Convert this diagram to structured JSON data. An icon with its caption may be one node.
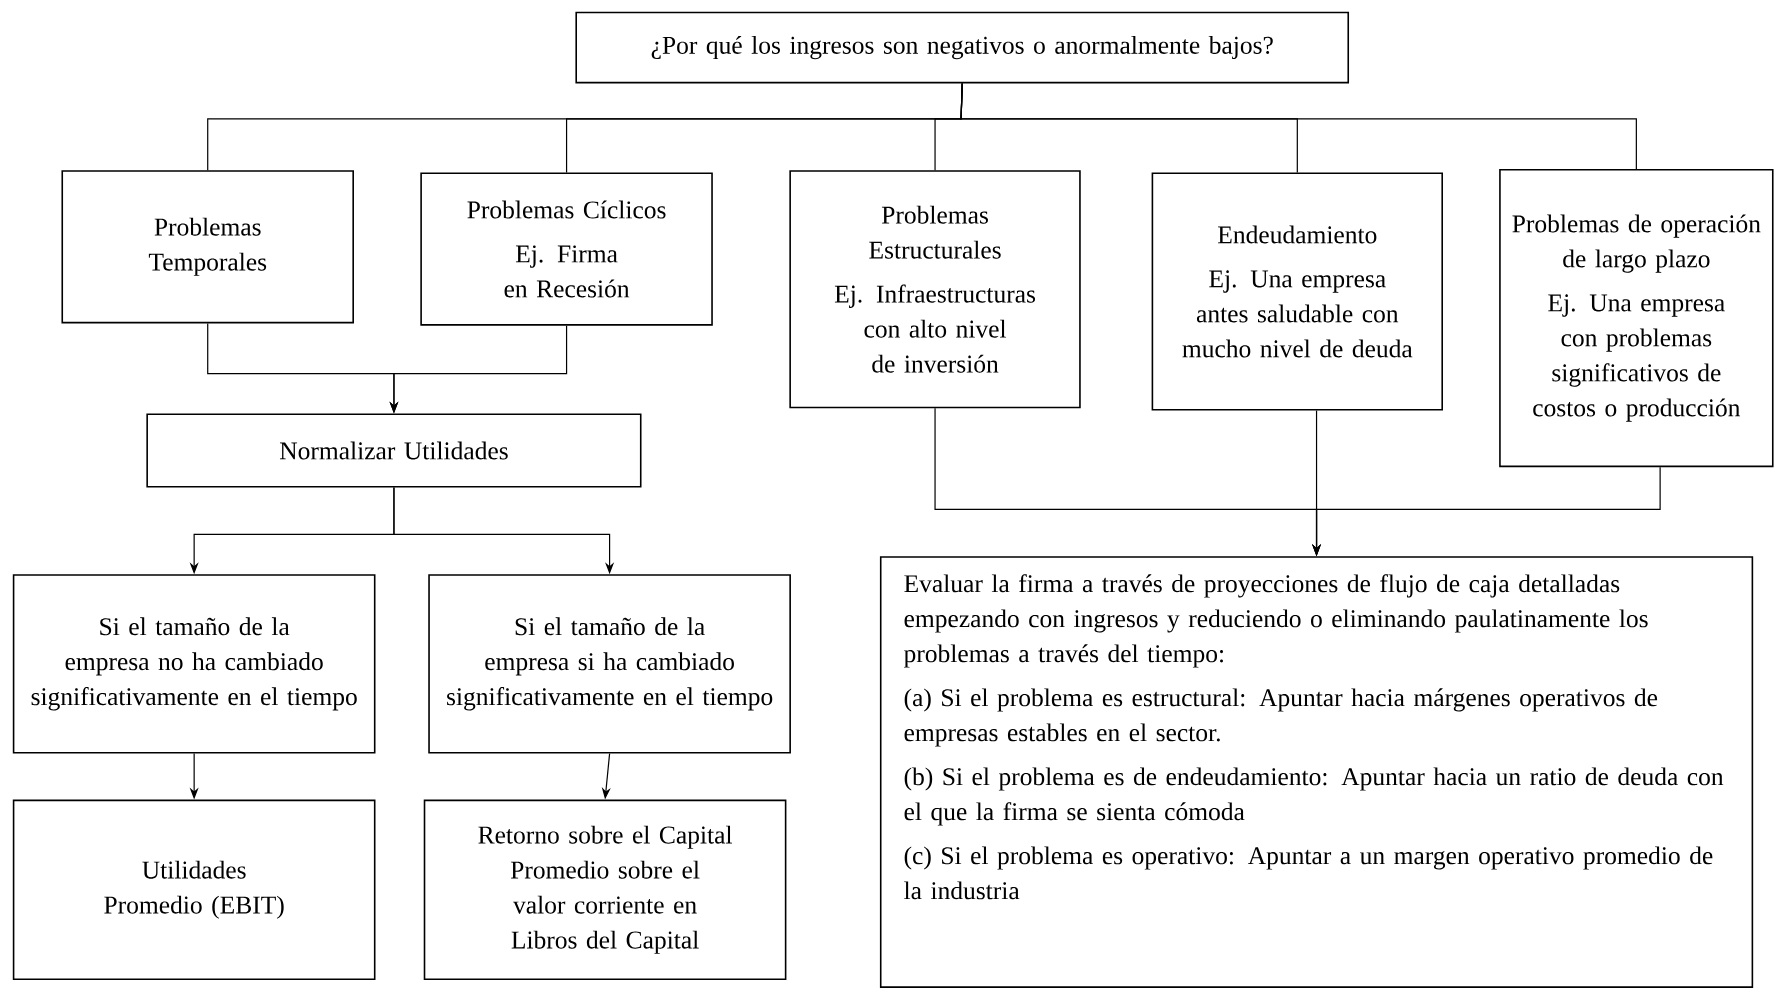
{
  "diagram": {
    "nodes": [
      {
        "text": [
          "¿Por qué los ingresos son negativos o anormalmente bajos?"
        ]
      },
      {
        "text": [
          "Problemas Temporales"
        ]
      },
      {
        "text": [
          "Problemas Cíclicos",
          "Ej. Firma en Recesión"
        ]
      },
      {
        "text": [
          "Problemas Estructurales",
          "Ej. Infraestructuras con alto nivel de inversión"
        ]
      },
      {
        "text": [
          "Endeudamiento",
          "Ej. Una empresa antes saludable con mucho nivel de deuda"
        ]
      },
      {
        "text": [
          "Problemas de operación de largo plazo",
          "Ej. Una empresa con problemas significativos de costos o producción"
        ]
      },
      {
        "text": [
          "Normalizar Utilidades"
        ]
      },
      {
        "text": [
          "Si el tamaño de la empresa no ha cambiado significativamente en el tiempo"
        ]
      },
      {
        "text": [
          "Si el tamaño de la empresa si ha cambiado significativamente en el tiempo"
        ]
      },
      {
        "text": [
          "Utilidades Promedio (EBIT)"
        ]
      },
      {
        "text": [
          "Retorno sobre el Capital Promedio sobre el valor corriente en Libros del Capital"
        ]
      },
      {
        "text": [
          "Evaluar la firma a través de proyecciones de flujo de caja detalladas empezando con ingresos y reduciendo o eliminando paulatinamente los problemas a través del tiempo:",
          "(a) Si el problema es estructural: Apuntar hacia márgenes operativos de empresas estables en el sector.",
          "(b)  Si el problema es de endeudamiento: Apuntar hacia un ratio de deuda con el que la firma se sienta cómoda",
          "(c) Si el problema es operativo: Apuntar a un margen operativo promedio de la industria"
        ]
      }
    ],
    "edges": [
      {
        "from": 0,
        "to": 1,
        "arrow": "none"
      },
      {
        "from": 0,
        "to": 2,
        "arrow": "none"
      },
      {
        "from": 0,
        "to": 3,
        "arrow": "none"
      },
      {
        "from": 0,
        "to": 4,
        "arrow": "none"
      },
      {
        "from": 0,
        "to": 5,
        "arrow": "none"
      },
      {
        "from": 1,
        "to": 6,
        "arrow": "to"
      },
      {
        "from": 2,
        "to": 6,
        "arrow": "to"
      },
      {
        "from": 6,
        "to": 7,
        "arrow": "to"
      },
      {
        "from": 6,
        "to": 8,
        "arrow": "to"
      },
      {
        "from": 7,
        "to": 9,
        "arrow": "to"
      },
      {
        "from": 8,
        "to": 10,
        "arrow": "to"
      },
      {
        "from": 3,
        "to": 11,
        "arrow": "to"
      },
      {
        "from": 4,
        "to": 11,
        "arrow": "to"
      },
      {
        "from": 5,
        "to": 11,
        "arrow": "to"
      }
    ]
  }
}
